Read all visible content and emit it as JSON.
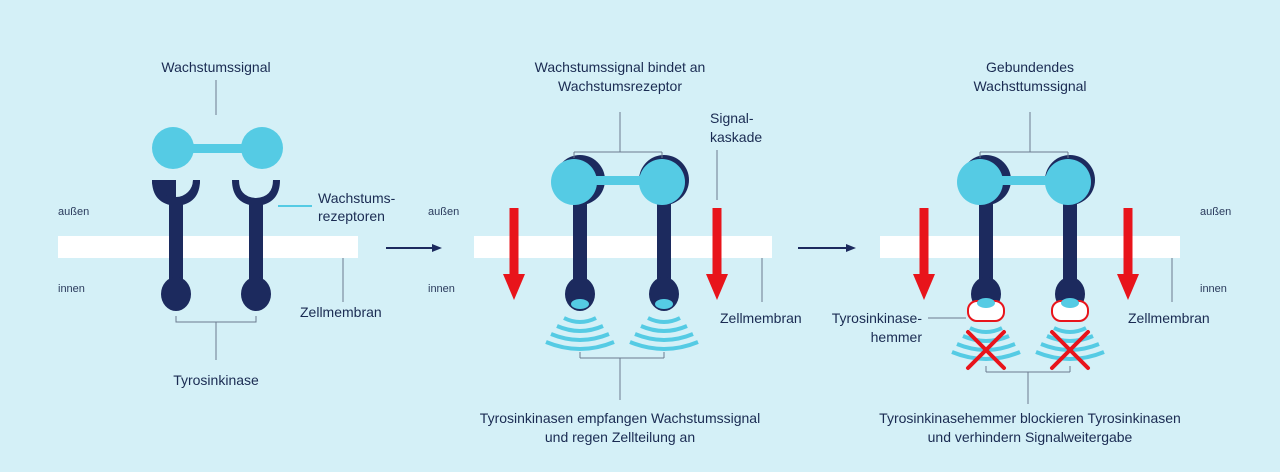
{
  "colors": {
    "background": "#d4f0f7",
    "receptor": "#1c2a5e",
    "signal": "#55cbe4",
    "membrane": "#ffffff",
    "arrow_red": "#e8141b",
    "line": "#6b7a8f"
  },
  "panel1": {
    "signal_label": "Wachstumssignal",
    "receptors_label_1": "Wachstums-",
    "receptors_label_2": "rezeptoren",
    "outside": "außen",
    "inside": "innen",
    "membrane_label": "Zellmembran",
    "kinase_label": "Tyrosinkinase"
  },
  "panel2": {
    "title_1": "Wachstumssignal bindet an",
    "title_2": "Wachstumsrezeptor",
    "cascade_1": "Signal-",
    "cascade_2": "kaskade",
    "outside": "außen",
    "inside": "innen",
    "membrane_label": "Zellmembran",
    "caption_1": "Tyrosinkinasen empfangen Wachstumssignal",
    "caption_2": "und regen Zellteilung an"
  },
  "panel3": {
    "title_1": "Gebundendes",
    "title_2": "Wachsttumssignal",
    "outside": "außen",
    "inside": "innen",
    "inhibitor_1": "Tyrosinkinase-",
    "inhibitor_2": "hemmer",
    "membrane_label": "Zellmembran",
    "caption_1": "Tyrosinkinasehemmer blockieren Tyrosinkinasen",
    "caption_2": "und verhindern Signalweitergabe"
  }
}
